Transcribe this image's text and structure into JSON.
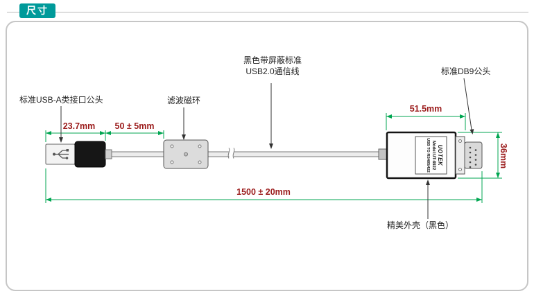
{
  "title": "尺寸",
  "callouts": {
    "usb_plug": "标准USB-A类接口公头",
    "ferrite": "滤波磁环",
    "cable_line1": "黑色带屏蔽标准",
    "cable_line2": "USB2.0通信线",
    "db9_plug": "标准DB9公头",
    "housing": "精美外壳（黑色）"
  },
  "dimensions": {
    "usb_plug_length": "23.7mm",
    "ferrite_offset": "50 ± 5mm",
    "housing_length": "51.5mm",
    "housing_height": "36mm",
    "total_cable_length": "1500 ± 20mm"
  },
  "device_label": {
    "brand": "UOTEK",
    "model": "Model:UT-8922",
    "description": "USB TO RS485/422"
  },
  "colors": {
    "accent_teal": "#009a9a",
    "dimension_line_green": "#00a651",
    "dimension_text_red": "#9b1b1b"
  }
}
